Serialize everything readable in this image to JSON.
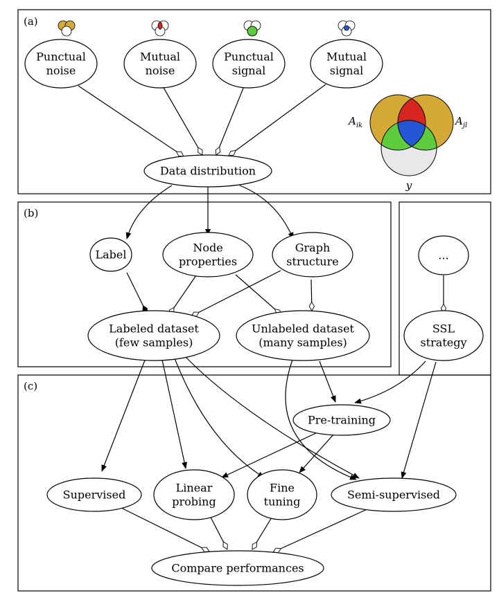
{
  "panels": {
    "a": "(a)",
    "b": "(b)",
    "c": "(c)"
  },
  "nodes": {
    "punctual_noise": [
      "Punctual",
      "noise"
    ],
    "mutual_noise": [
      "Mutual",
      "noise"
    ],
    "punctual_signal": [
      "Punctual",
      "signal"
    ],
    "mutual_signal": [
      "Mutual",
      "signal"
    ],
    "data_distribution": [
      "Data distribution"
    ],
    "label": [
      "Label"
    ],
    "node_properties": [
      "Node",
      "properties"
    ],
    "graph_structure": [
      "Graph",
      "structure"
    ],
    "labeled_dataset": [
      "Labeled dataset",
      "(few samples)"
    ],
    "unlabeled_dataset": [
      "Unlabeled dataset",
      "(many samples)"
    ],
    "ellipsis": [
      "..."
    ],
    "ssl_strategy": [
      "SSL",
      "strategy"
    ],
    "pre_training": [
      "Pre-training"
    ],
    "supervised": [
      "Supervised"
    ],
    "linear_probing": [
      "Linear",
      "probing"
    ],
    "fine_tuning": [
      "Fine",
      "tuning"
    ],
    "semi_supervised": [
      "Semi-supervised"
    ],
    "compare_performances": [
      "Compare performances"
    ]
  },
  "venn": {
    "label_left": "A",
    "label_left_sub": "ik",
    "label_right": "A",
    "label_right_sub": "jl",
    "label_bottom": "y",
    "colors": {
      "ring_outer": "#d4a935",
      "mutual_noise": "#d6261f",
      "punctual_signal": "#5ccc3c",
      "mutual_signal": "#2456d6",
      "label_circle": "#e8e8e8"
    }
  }
}
